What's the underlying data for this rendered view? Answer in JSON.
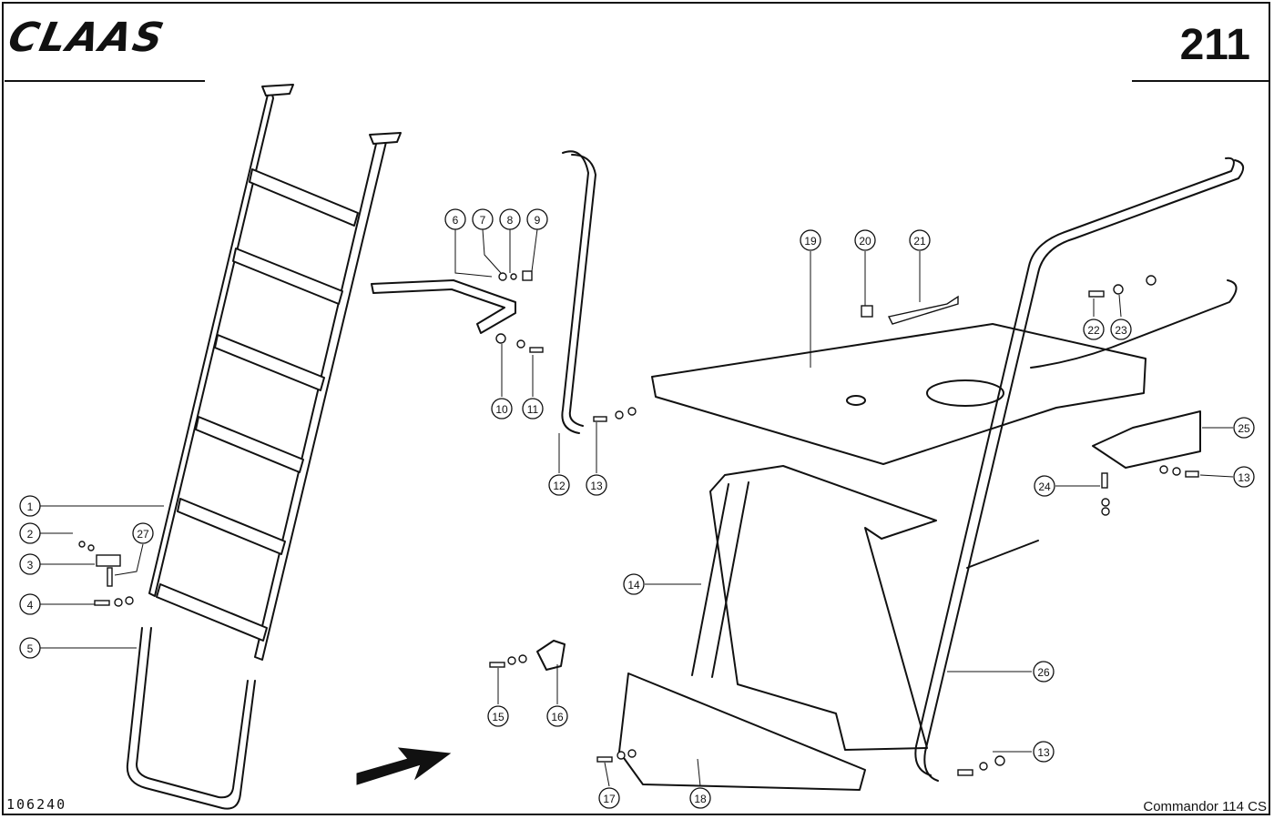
{
  "header": {
    "brand": "CLAAS",
    "page_number": "211"
  },
  "footer": {
    "drawing_number": "106240",
    "model": "Commandor 114 CS"
  },
  "callouts": [
    {
      "id": "c1",
      "label": "1"
    },
    {
      "id": "c2",
      "label": "2"
    },
    {
      "id": "c3",
      "label": "3"
    },
    {
      "id": "c4",
      "label": "4"
    },
    {
      "id": "c5",
      "label": "5"
    },
    {
      "id": "c6",
      "label": "6"
    },
    {
      "id": "c7",
      "label": "7"
    },
    {
      "id": "c8",
      "label": "8"
    },
    {
      "id": "c9",
      "label": "9"
    },
    {
      "id": "c10",
      "label": "10"
    },
    {
      "id": "c11",
      "label": "11"
    },
    {
      "id": "c12",
      "label": "12"
    },
    {
      "id": "c13a",
      "label": "13"
    },
    {
      "id": "c13b",
      "label": "13"
    },
    {
      "id": "c13c",
      "label": "13"
    },
    {
      "id": "c14",
      "label": "14"
    },
    {
      "id": "c15",
      "label": "15"
    },
    {
      "id": "c16",
      "label": "16"
    },
    {
      "id": "c17",
      "label": "17"
    },
    {
      "id": "c18",
      "label": "18"
    },
    {
      "id": "c19",
      "label": "19"
    },
    {
      "id": "c20",
      "label": "20"
    },
    {
      "id": "c21",
      "label": "21"
    },
    {
      "id": "c22",
      "label": "22"
    },
    {
      "id": "c23",
      "label": "23"
    },
    {
      "id": "c24",
      "label": "24"
    },
    {
      "id": "c25",
      "label": "25"
    },
    {
      "id": "c26",
      "label": "26"
    },
    {
      "id": "c27",
      "label": "27"
    }
  ]
}
